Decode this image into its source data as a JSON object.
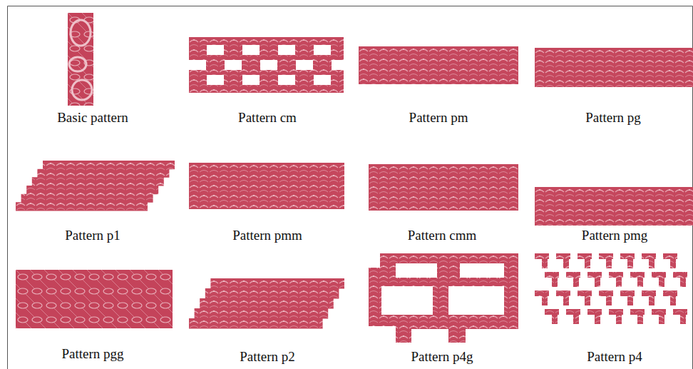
{
  "diagram": {
    "nodes": [
      {
        "text": [
          "Basic pattern"
        ]
      },
      {
        "text": [
          "Pattern cm"
        ]
      },
      {
        "text": [
          "Pattern pm"
        ]
      },
      {
        "text": [
          "Pattern pg"
        ]
      },
      {
        "text": [
          "Pattern p1"
        ]
      },
      {
        "text": [
          "Pattern pmm"
        ]
      },
      {
        "text": [
          "Pattern cmm"
        ]
      },
      {
        "text": [
          "Pattern pmg"
        ]
      },
      {
        "text": [
          "Pattern pgg"
        ]
      },
      {
        "text": [
          "Pattern p2"
        ]
      },
      {
        "text": [
          "Pattern p4g"
        ]
      },
      {
        "text": [
          "Pattern p4"
        ]
      }
    ]
  }
}
